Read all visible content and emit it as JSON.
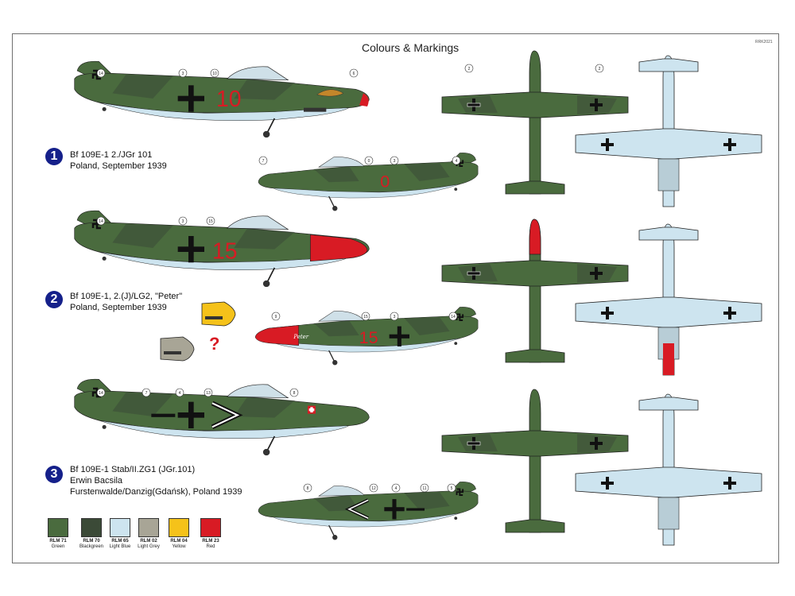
{
  "header": {
    "title": "Colours & Markings",
    "code": "RRK2021"
  },
  "colors": {
    "rlm71": "#4a6b3e",
    "rlm70": "#3b4a37",
    "rlm65": "#cde4ef",
    "rlm02": "#a8a596",
    "rlm04": "#f5c21a",
    "rlm23": "#d81b24",
    "badge": "#15208a"
  },
  "schemes": [
    {
      "number": "1",
      "caption": [
        "Bf 109E-1 2./JGr 101",
        "Poland, September 1939"
      ],
      "code_large": "10",
      "code_small": "0"
    },
    {
      "number": "2",
      "caption": [
        "Bf 109E-1, 2.(J)/LG2, \"Peter\"",
        "Poland, September 1939"
      ],
      "code_large": "15",
      "code_small": "15",
      "nose_name": "Peter",
      "question": "?"
    },
    {
      "number": "3",
      "caption": [
        "Bf 109E-1 Stab/II.ZG1 (JGr.101)",
        "Erwin Bacsila",
        "Furstenwalde/Danzig(Gdańsk), Poland 1939"
      ]
    }
  ],
  "callouts": {
    "s1_side": [
      "14",
      "3",
      "10",
      "6"
    ],
    "s1_side2": [
      "7",
      "0",
      "3",
      "4"
    ],
    "s2_side": [
      "14",
      "3",
      "15"
    ],
    "s2_side2": [
      "9",
      "15",
      "3",
      "14"
    ],
    "s3_side": [
      "14",
      "7",
      "4",
      "13",
      "8"
    ],
    "s3_side2": [
      "8",
      "12",
      "4",
      "11",
      "5"
    ],
    "wings": [
      "2",
      "2"
    ]
  },
  "swatches": [
    {
      "code": "RLM 71",
      "name": "Green",
      "color": "#4a6b3e"
    },
    {
      "code": "RLM 70",
      "name": "Blackgreen",
      "color": "#3b4a37"
    },
    {
      "code": "RLM 65",
      "name": "Light Blue",
      "color": "#cde4ef"
    },
    {
      "code": "RLM 02",
      "name": "Light Grey",
      "color": "#a8a596"
    },
    {
      "code": "RLM 04",
      "name": "Yellow",
      "color": "#f5c21a"
    },
    {
      "code": "RLM 23",
      "name": "Red",
      "color": "#d81b24"
    }
  ]
}
